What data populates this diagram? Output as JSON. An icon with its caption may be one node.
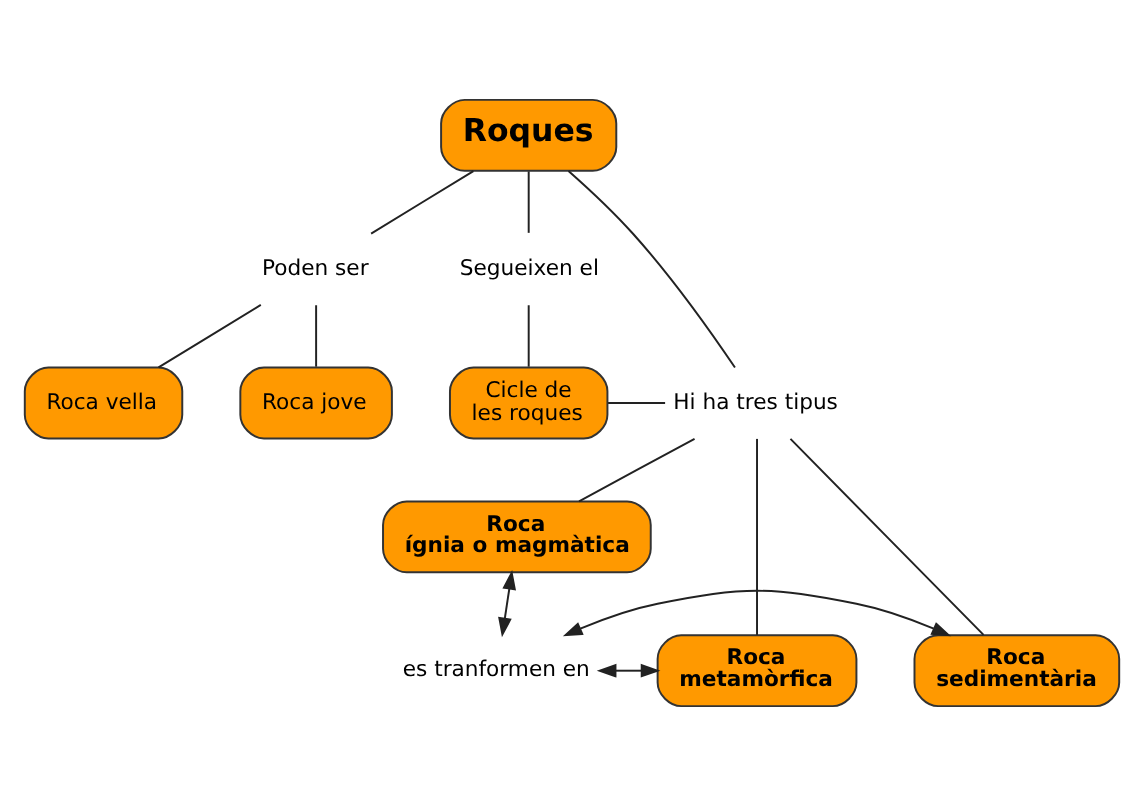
{
  "diagram": {
    "nodes": [
      {
        "text": [
          "Roques"
        ]
      },
      {
        "text": [
          "Poden ser"
        ]
      },
      {
        "text": [
          "Segueixen el"
        ]
      },
      {
        "text": [
          "Roca vella"
        ]
      },
      {
        "text": [
          "Roca jove"
        ]
      },
      {
        "text": [
          "Hi ha tres tipus"
        ]
      },
      {
        "text": [
          "Cicle de les roques"
        ]
      },
      {
        "text": [
          "Roca ígnia o magmàtica"
        ]
      },
      {
        "text": [
          "es tranformen en"
        ]
      },
      {
        "text": [
          "Roca metamòrfica"
        ]
      },
      {
        "text": [
          "Roca sedimentària"
        ]
      }
    ],
    "edges": [
      {
        "from": 0,
        "to": 1,
        "arrow": "none"
      },
      {
        "from": 1,
        "to": 3,
        "arrow": "none"
      },
      {
        "from": 1,
        "to": 4,
        "arrow": "none"
      },
      {
        "from": 0,
        "to": 2,
        "arrow": "none"
      },
      {
        "from": 2,
        "to": 6,
        "arrow": "none"
      },
      {
        "from": 0,
        "to": 5,
        "arrow": "none"
      },
      {
        "from": 6,
        "to": 5,
        "arrow": "none"
      },
      {
        "from": 5,
        "to": 9,
        "arrow": "none"
      },
      {
        "from": 5,
        "to": 7,
        "arrow": "none"
      },
      {
        "from": 5,
        "to": 10,
        "arrow": "none"
      },
      {
        "from": 7,
        "to": 8,
        "arrow": "both"
      },
      {
        "from": 8,
        "to": 9,
        "arrow": "both"
      },
      {
        "from": 8,
        "to": 10,
        "arrow": "both"
      }
    ]
  }
}
